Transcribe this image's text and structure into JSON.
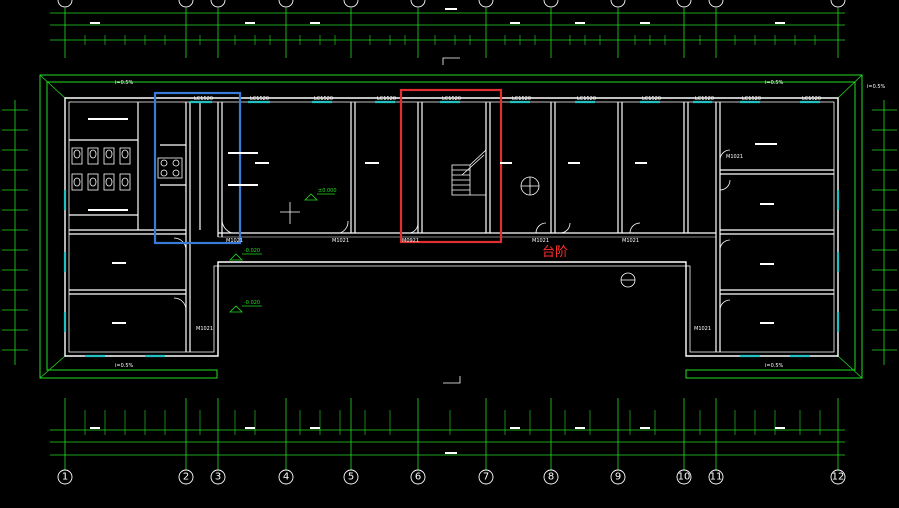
{
  "drawing": {
    "axis_labels": [
      "1",
      "2",
      "3",
      "4",
      "5",
      "6",
      "7",
      "8",
      "9",
      "10",
      "11",
      "12"
    ],
    "callout_label": "台阶",
    "window_tags": [
      "LC1520",
      "LC1520",
      "LC1520",
      "LC1520",
      "LC1520",
      "LC1520",
      "LC1520",
      "LC1520",
      "LC1520",
      "LC1520",
      "LC1520"
    ],
    "slope_labels": [
      "i=0.5%",
      "i=0.5%",
      "i=0.5%",
      "i=0.5%",
      "i=0.5%"
    ],
    "elevations": [
      "-0.020",
      "±0.000",
      "-0.020"
    ],
    "door_tags": [
      "M1021",
      "M1021",
      "M0921",
      "M1021",
      "M1021",
      "M1021",
      "M1021",
      "M1021"
    ],
    "colors": {
      "wall": "#ffffff",
      "grid": "#22dd22",
      "window": "#22c0c0",
      "highlight_blue": "#3a7bd5",
      "highlight_red": "#e03030",
      "callout_text": "#ff3030"
    }
  }
}
